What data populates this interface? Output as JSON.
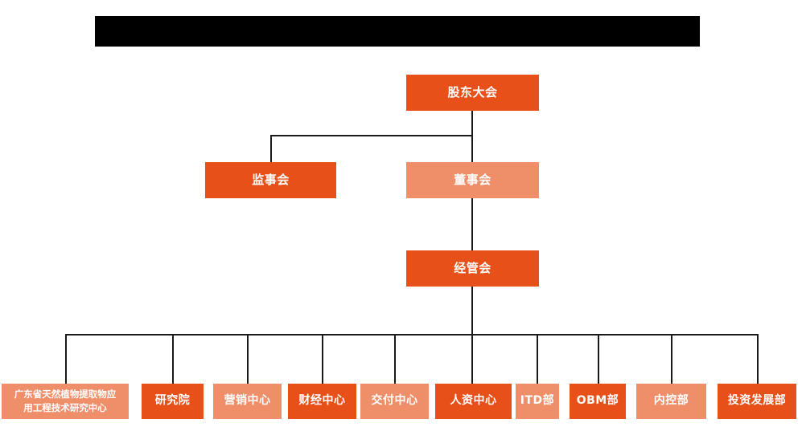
{
  "chart": {
    "type": "org-chart",
    "title_bar": {
      "redacted": true,
      "label": ""
    },
    "colors": {
      "dark_orange": "#e8501a",
      "light_orange": "#ef8f6a",
      "connector": "#1a1a1a",
      "text": "#ffffff",
      "background": "#ffffff",
      "redaction": "#000000"
    },
    "levels": [
      {
        "level": 1,
        "nodes": [
          {
            "id": "shareholders",
            "label": "股东大会",
            "shade": "dark"
          }
        ]
      },
      {
        "level": 2,
        "nodes": [
          {
            "id": "supervisors",
            "label": "监事会",
            "shade": "dark"
          },
          {
            "id": "directors",
            "label": "董事会",
            "shade": "light"
          }
        ]
      },
      {
        "level": 3,
        "nodes": [
          {
            "id": "management",
            "label": "经管会",
            "shade": "dark"
          }
        ]
      },
      {
        "level": 4,
        "nodes": [
          {
            "id": "research-center",
            "label": "广东省天然植物提取物应\n用工程技术研究中心",
            "shade": "light"
          },
          {
            "id": "institute",
            "label": "研究院",
            "shade": "dark"
          },
          {
            "id": "marketing-center",
            "label": "营销中心",
            "shade": "light"
          },
          {
            "id": "finance-center",
            "label": "财经中心",
            "shade": "dark"
          },
          {
            "id": "delivery-center",
            "label": "交付中心",
            "shade": "light"
          },
          {
            "id": "hr-center",
            "label": "人资中心",
            "shade": "dark"
          },
          {
            "id": "itd-dept",
            "label": "ITD部",
            "shade": "light"
          },
          {
            "id": "obm-dept",
            "label": "OBM部",
            "shade": "dark"
          },
          {
            "id": "internal-control-dept",
            "label": "内控部",
            "shade": "light"
          },
          {
            "id": "investment-dev-dept",
            "label": "投资发展部",
            "shade": "dark"
          }
        ]
      }
    ]
  }
}
